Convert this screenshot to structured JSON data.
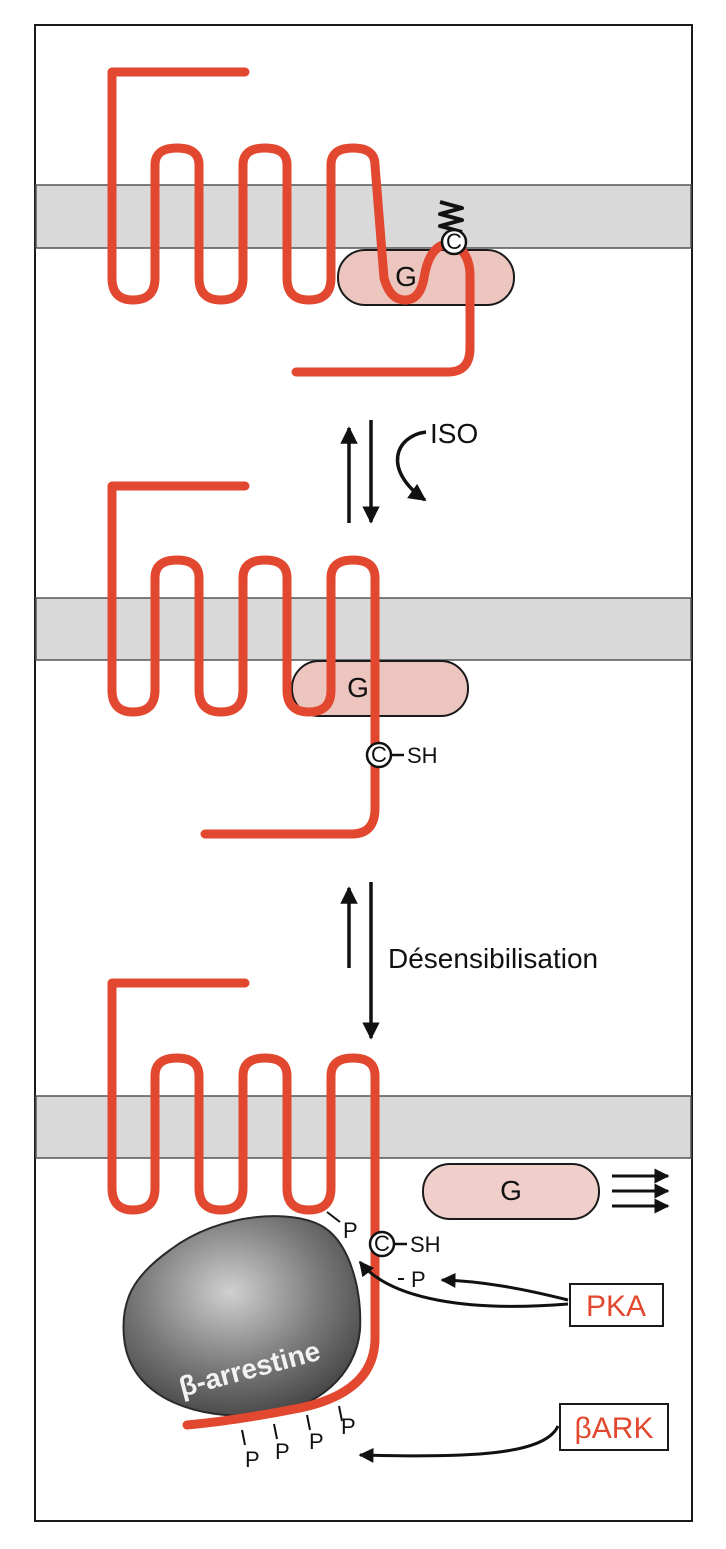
{
  "labels": {
    "g_protein": "G",
    "cysteine": "C",
    "sh_group": "SH",
    "iso": "ISO",
    "desensitization": "Désensibilisation",
    "phosphate": "P",
    "pka": "PKA",
    "bark": "βARK",
    "arrestin": "β-arrestine"
  },
  "colors": {
    "receptor": "#e2482f",
    "membrane": "#d9d9d9",
    "g_protein_fill": "#ecc5bf",
    "g_protein_fill_light": "#f0cfcb",
    "arrestin": "#5a5a5a",
    "border": "#1a1a1a"
  }
}
